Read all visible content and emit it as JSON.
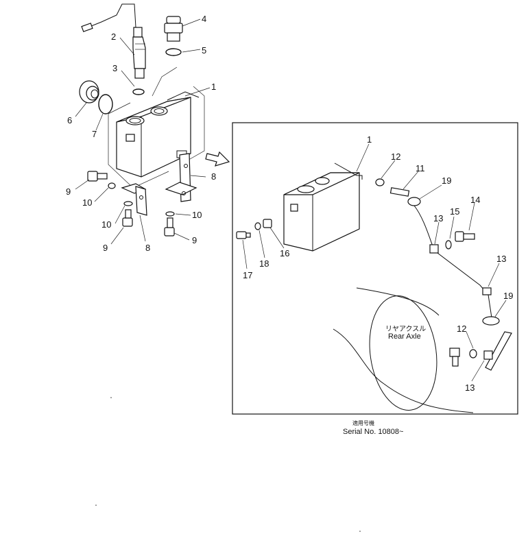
{
  "callouts": {
    "n1": "1",
    "n2": "2",
    "n3": "3",
    "n4": "4",
    "n5": "5",
    "n6": "6",
    "n7": "7",
    "n8a": "8",
    "n8b": "8",
    "n9a": "9",
    "n9b": "9",
    "n9c": "9",
    "n10a": "10",
    "n10b": "10",
    "n10c": "10"
  },
  "detail_callouts": {
    "n1": "1",
    "n11": "11",
    "n12a": "12",
    "n12b": "12",
    "n13a": "13",
    "n13b": "13",
    "n13c": "13",
    "n14": "14",
    "n15": "15",
    "n16": "16",
    "n17": "17",
    "n18": "18",
    "n19a": "19",
    "n19b": "19"
  },
  "rear_axle_label_jp": "リヤアクスル",
  "rear_axle_label_en": "Rear Axle",
  "serial_label_jp": "適用号機",
  "serial_label": "Serial No. 10808~"
}
